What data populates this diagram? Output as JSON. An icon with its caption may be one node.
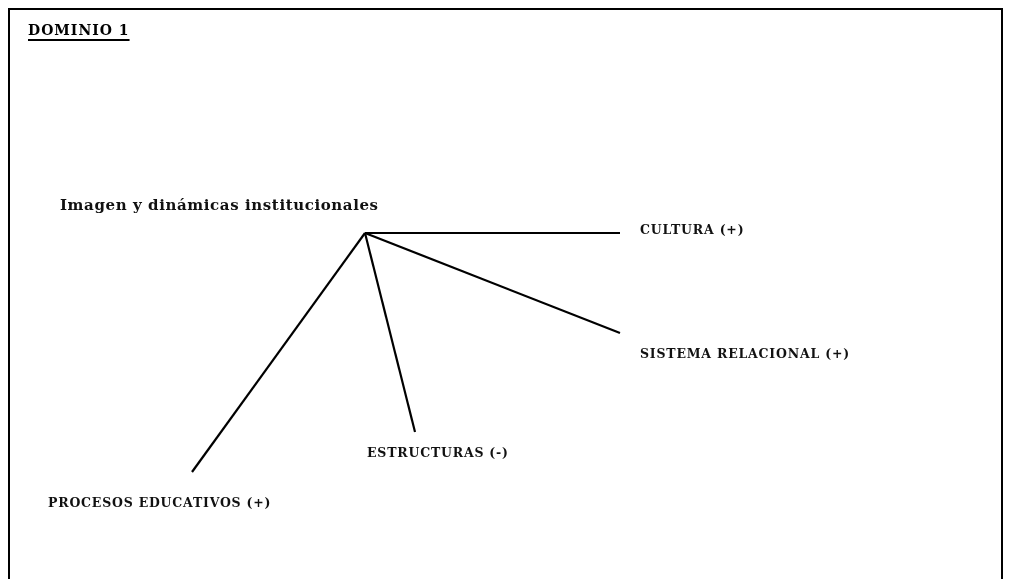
{
  "diagram": {
    "title": "DOMINIO 1",
    "nodes": [
      {
        "text": [
          "Imagen y dinámicas institucionales"
        ]
      },
      {
        "text": [
          "CULTURA (+)"
        ]
      },
      {
        "text": [
          "SISTEMA RELACIONAL (+)"
        ]
      },
      {
        "text": [
          "ESTRUCTURAS (-)"
        ]
      },
      {
        "text": [
          "PROCESOS EDUCATIVOS (+)"
        ]
      }
    ],
    "edges": [
      {
        "from": 0,
        "to": 1,
        "arrow": "none"
      },
      {
        "from": 0,
        "to": 2,
        "arrow": "none"
      },
      {
        "from": 0,
        "to": 3,
        "arrow": "none"
      },
      {
        "from": 0,
        "to": 4,
        "arrow": "none"
      }
    ]
  }
}
